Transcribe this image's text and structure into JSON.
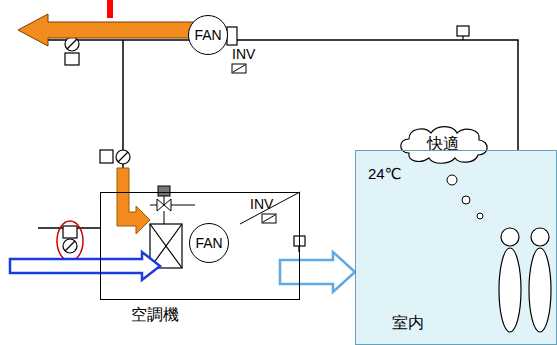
{
  "diagram": {
    "nodes": [
      {
        "text": [
          "FAN"
        ]
      },
      {
        "text": [
          "空調機"
        ]
      },
      {
        "text": [
          "FAN"
        ],
        "in": 1
      },
      {
        "text": [
          "快適"
        ]
      },
      {
        "text": [
          "24℃",
          "室内"
        ]
      }
    ],
    "edges": [
      {
        "from": 1,
        "to": 4,
        "arrow": "to"
      },
      {
        "from": 4,
        "to": 0,
        "arrow": "none"
      }
    ],
    "labels": [
      "INV",
      "INV"
    ]
  }
}
